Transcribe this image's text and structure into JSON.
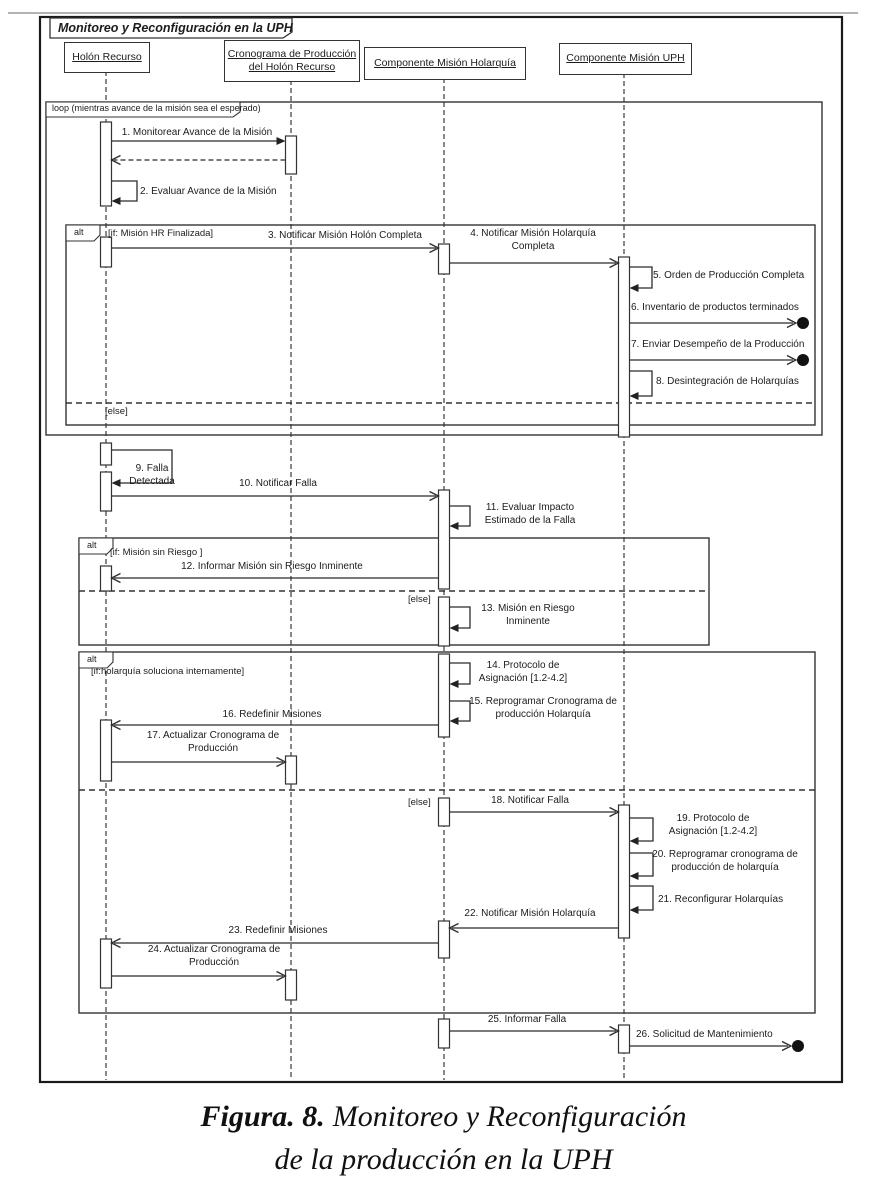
{
  "page": {
    "title_tab": "Monitoreo y Reconfiguración en la UPH",
    "caption": {
      "label": "Figura. 8.",
      "line1": "Monitoreo y Reconfiguración",
      "line2": "de la producción en la UPH"
    }
  },
  "lifelines": [
    {
      "name": "Holón Recurso"
    },
    {
      "name": "Cronograma de Producción del Holón Recurso"
    },
    {
      "name": "Componente Misión Holarquía"
    },
    {
      "name": "Componente Misión UPH"
    }
  ],
  "frames": {
    "loop": {
      "operator": "loop",
      "label": "loop (mientras avance de la misión sea el esperado)"
    },
    "alt1": {
      "operator": "alt",
      "guard_if": "[if: Misión HR Finalizada]",
      "guard_else": "[else]"
    },
    "alt2": {
      "operator": "alt",
      "guard_if": "[if: Misión sin Riesgo ]",
      "guard_else": "[else]"
    },
    "alt3": {
      "operator": "alt",
      "guard_if": "[if:holarquía soluciona internamente]",
      "guard_else": "[else]"
    }
  },
  "messages": [
    {
      "label": "1. Monitorear Avance de la Misión",
      "kind": "call",
      "from": "Holón Recurso",
      "to": "Cronograma de Producción del Holón Recurso"
    },
    {
      "label": "2. Evaluar Avance de la Misión",
      "kind": "self",
      "from": "Holón Recurso",
      "to": "Holón Recurso"
    },
    {
      "label": "3. Notificar Misión Holón Completa",
      "kind": "call",
      "from": "Holón Recurso",
      "to": "Componente Misión Holarquía"
    },
    {
      "label": "4. Notificar Misión Holarquía Completa",
      "kind": "call",
      "from": "Componente Misión Holarquía",
      "to": "Componente Misión UPH"
    },
    {
      "label": "5. Orden de Producción Completa",
      "kind": "self",
      "from": "Componente Misión UPH",
      "to": "Componente Misión UPH"
    },
    {
      "label": "6. Inventario de productos terminados",
      "kind": "lost",
      "from": "Componente Misión UPH",
      "to": "fuera del sistema"
    },
    {
      "label": "7. Enviar Desempeño de la Producción",
      "kind": "lost",
      "from": "Componente Misión UPH",
      "to": "fuera del sistema"
    },
    {
      "label": "8. Desintegración de Holarquías",
      "kind": "self",
      "from": "Componente Misión UPH",
      "to": "Componente Misión UPH"
    },
    {
      "label": "9. Falla Detectada",
      "kind": "self",
      "from": "Holón Recurso",
      "to": "Holón Recurso"
    },
    {
      "label": "10. Notificar Falla",
      "kind": "call",
      "from": "Holón Recurso",
      "to": "Componente Misión Holarquía"
    },
    {
      "label": "11. Evaluar Impacto Estimado de la Falla",
      "kind": "self",
      "from": "Componente Misión Holarquía",
      "to": "Componente Misión Holarquía"
    },
    {
      "label": "12. Informar Misión sin Riesgo Inminente",
      "kind": "call",
      "from": "Componente Misión Holarquía",
      "to": "Holón Recurso"
    },
    {
      "label": "13. Misión en Riesgo Inminente",
      "kind": "self",
      "from": "Componente Misión Holarquía",
      "to": "Componente Misión Holarquía"
    },
    {
      "label": "14. Protocolo de Asignación [1.2-4.2]",
      "kind": "self",
      "from": "Componente Misión Holarquía",
      "to": "Componente Misión Holarquía"
    },
    {
      "label": "15. Reprogramar Cronograma de producción Holarquía",
      "kind": "self",
      "from": "Componente Misión Holarquía",
      "to": "Componente Misión Holarquía"
    },
    {
      "label": "16. Redefinir Misiones",
      "kind": "call",
      "from": "Componente Misión Holarquía",
      "to": "Holón Recurso"
    },
    {
      "label": "17. Actualizar Cronograma de Producción",
      "kind": "call",
      "from": "Holón Recurso",
      "to": "Cronograma de Producción del Holón Recurso"
    },
    {
      "label": "18. Notificar Falla",
      "kind": "call",
      "from": "Componente Misión Holarquía",
      "to": "Componente Misión UPH"
    },
    {
      "label": "19. Protocolo de Asignación [1.2-4.2]",
      "kind": "self",
      "from": "Componente Misión UPH",
      "to": "Componente Misión UPH"
    },
    {
      "label": "20. Reprogramar cronograma de producción de holarquía",
      "kind": "self",
      "from": "Componente Misión UPH",
      "to": "Componente Misión UPH"
    },
    {
      "label": "21. Reconfigurar Holarquías",
      "kind": "self",
      "from": "Componente Misión UPH",
      "to": "Componente Misión UPH"
    },
    {
      "label": "22. Notificar Misión Holarquía",
      "kind": "call",
      "from": "Componente Misión UPH",
      "to": "Componente Misión Holarquía"
    },
    {
      "label": "23. Redefinir Misiones",
      "kind": "call",
      "from": "Componente Misión Holarquía",
      "to": "Holón Recurso"
    },
    {
      "label": "24. Actualizar Cronograma de Producción",
      "kind": "call",
      "from": "Holón Recurso",
      "to": "Cronograma de Producción del Holón Recurso"
    },
    {
      "label": "25. Informar Falla",
      "kind": "call",
      "from": "Componente Misión Holarquía",
      "to": "Componente Misión UPH"
    },
    {
      "label": "26. Solicitud de Mantenimiento",
      "kind": "lost",
      "from": "Componente Misión UPH",
      "to": "fuera del sistema"
    }
  ]
}
